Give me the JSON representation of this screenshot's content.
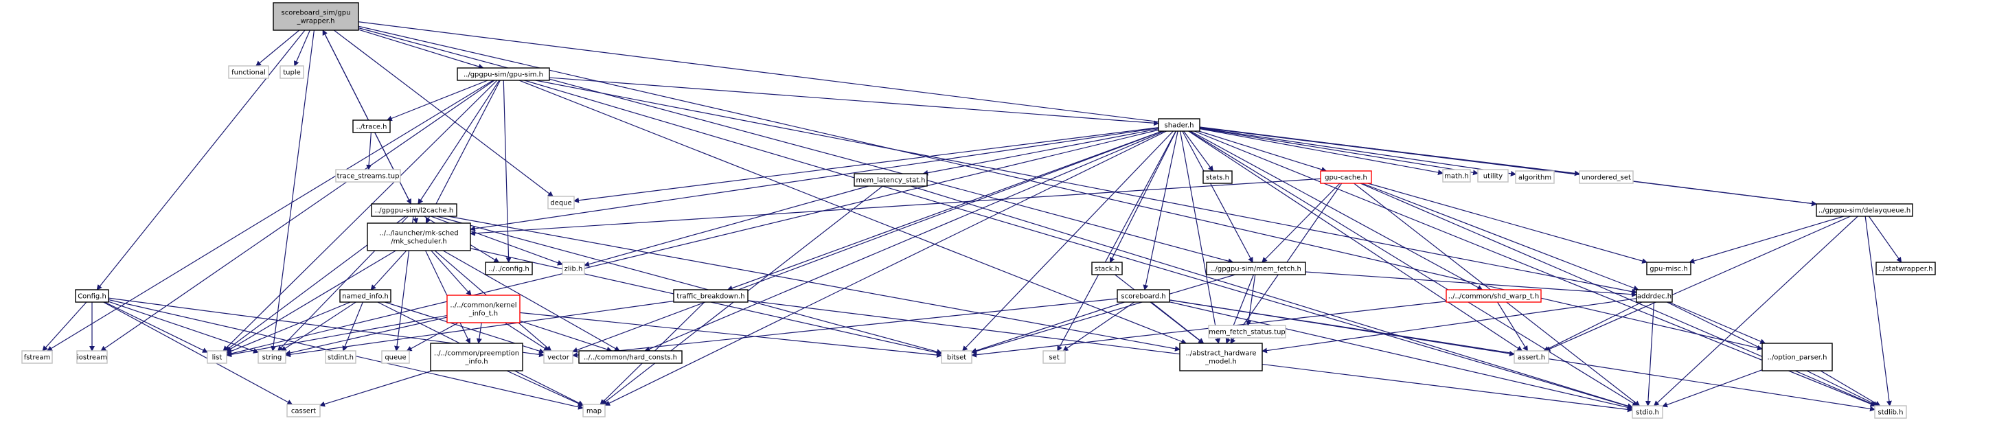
{
  "colors": {
    "edge": "#191970",
    "node_border": "#bfbfbf",
    "node_border_highlight": "#ff0000",
    "node_border_regular": "#000000",
    "root_fill": "#bfbfbf",
    "node_fill": "#ffffff"
  },
  "nodes": [
    {
      "id": "root",
      "lines": [
        "scoreboard_sim/gpu",
        "_wrapper.h"
      ],
      "style": "root"
    },
    {
      "id": "functional",
      "lines": [
        "functional"
      ],
      "style": "system"
    },
    {
      "id": "tuple",
      "lines": [
        "tuple"
      ],
      "style": "system"
    },
    {
      "id": "gpusim",
      "lines": [
        "../gpgpu-sim/gpu-sim.h"
      ],
      "style": "regular"
    },
    {
      "id": "delayqueue",
      "lines": [
        "../gpgpu-sim/delayqueue.h"
      ],
      "style": "regular"
    },
    {
      "id": "trace",
      "lines": [
        "../trace.h"
      ],
      "style": "regular"
    },
    {
      "id": "trace_streams",
      "lines": [
        "trace_streams.tup"
      ],
      "style": "system"
    },
    {
      "id": "shader",
      "lines": [
        "shader.h"
      ],
      "style": "regular"
    },
    {
      "id": "l2cache",
      "lines": [
        "../gpgpu-sim/l2cache.h"
      ],
      "style": "regular"
    },
    {
      "id": "deque",
      "lines": [
        "deque"
      ],
      "style": "system"
    },
    {
      "id": "mem_latency",
      "lines": [
        "mem_latency_stat.h"
      ],
      "style": "regular"
    },
    {
      "id": "stats",
      "lines": [
        "stats.h"
      ],
      "style": "regular"
    },
    {
      "id": "gpucache",
      "lines": [
        "gpu-cache.h"
      ],
      "style": "highlight"
    },
    {
      "id": "math",
      "lines": [
        "math.h"
      ],
      "style": "system"
    },
    {
      "id": "utility",
      "lines": [
        "utility"
      ],
      "style": "system"
    },
    {
      "id": "algorithm",
      "lines": [
        "algorithm"
      ],
      "style": "system"
    },
    {
      "id": "unordered_set",
      "lines": [
        "unordered_set"
      ],
      "style": "system"
    },
    {
      "id": "mksched",
      "lines": [
        "../../launcher/mk-sched",
        "/mk_scheduler.h"
      ],
      "style": "regular"
    },
    {
      "id": "configh",
      "lines": [
        "../../config.h"
      ],
      "style": "regular"
    },
    {
      "id": "zlib",
      "lines": [
        "zlib.h"
      ],
      "style": "system"
    },
    {
      "id": "stack",
      "lines": [
        "stack.h"
      ],
      "style": "regular"
    },
    {
      "id": "memfetch",
      "lines": [
        "../gpgpu-sim/mem_fetch.h"
      ],
      "style": "regular"
    },
    {
      "id": "gpumisc",
      "lines": [
        "gpu-misc.h"
      ],
      "style": "regular"
    },
    {
      "id": "statwrapper",
      "lines": [
        "../statwrapper.h"
      ],
      "style": "regular"
    },
    {
      "id": "config",
      "lines": [
        "Config.h"
      ],
      "style": "regular"
    },
    {
      "id": "named_info",
      "lines": [
        "named_info.h"
      ],
      "style": "regular"
    },
    {
      "id": "kernel_info",
      "lines": [
        "../../common/kernel",
        "_info_t.h"
      ],
      "style": "highlight"
    },
    {
      "id": "traffic",
      "lines": [
        "traffic_breakdown.h"
      ],
      "style": "regular"
    },
    {
      "id": "mem_fetch_status",
      "lines": [
        "mem_fetch_status.tup"
      ],
      "style": "system"
    },
    {
      "id": "scoreboard",
      "lines": [
        "scoreboard.h"
      ],
      "style": "regular"
    },
    {
      "id": "shd_warp",
      "lines": [
        "../../common/shd_warp_t.h"
      ],
      "style": "highlight"
    },
    {
      "id": "addrdec",
      "lines": [
        "addrdec.h"
      ],
      "style": "regular"
    },
    {
      "id": "fstream",
      "lines": [
        "fstream"
      ],
      "style": "system"
    },
    {
      "id": "iostream",
      "lines": [
        "iostream"
      ],
      "style": "system"
    },
    {
      "id": "list",
      "lines": [
        "list"
      ],
      "style": "system"
    },
    {
      "id": "string",
      "lines": [
        "string"
      ],
      "style": "system"
    },
    {
      "id": "stdint",
      "lines": [
        "stdint.h"
      ],
      "style": "system"
    },
    {
      "id": "queue",
      "lines": [
        "queue"
      ],
      "style": "system"
    },
    {
      "id": "vector",
      "lines": [
        "vector"
      ],
      "style": "system"
    },
    {
      "id": "hard_consts",
      "lines": [
        "../../common/hard_consts.h"
      ],
      "style": "regular"
    },
    {
      "id": "bitset",
      "lines": [
        "bitset"
      ],
      "style": "system"
    },
    {
      "id": "set",
      "lines": [
        "set"
      ],
      "style": "system"
    },
    {
      "id": "abstract_hw",
      "lines": [
        "../abstract_hardware",
        "_model.h"
      ],
      "style": "regular"
    },
    {
      "id": "assert",
      "lines": [
        "assert.h"
      ],
      "style": "system"
    },
    {
      "id": "option_parser",
      "lines": [
        "../option_parser.h"
      ],
      "style": "regular"
    },
    {
      "id": "preemption",
      "lines": [
        "../../common/preemption",
        "_info.h"
      ],
      "style": "regular"
    },
    {
      "id": "cassert",
      "lines": [
        "cassert"
      ],
      "style": "system"
    },
    {
      "id": "map",
      "lines": [
        "map"
      ],
      "style": "system"
    },
    {
      "id": "stdio",
      "lines": [
        "stdio.h"
      ],
      "style": "system"
    },
    {
      "id": "stdlib",
      "lines": [
        "stdlib.h"
      ],
      "style": "system"
    }
  ],
  "edges": [
    [
      "root",
      "functional"
    ],
    [
      "root",
      "tuple"
    ],
    [
      "root",
      "gpusim"
    ],
    [
      "root",
      "delayqueue"
    ],
    [
      "root",
      "l2cache"
    ],
    [
      "root",
      "config"
    ],
    [
      "root",
      "string"
    ],
    [
      "root",
      "deque"
    ],
    [
      "root",
      "memfetch"
    ],
    [
      "root",
      "option_parser"
    ],
    [
      "gpusim",
      "trace"
    ],
    [
      "gpusim",
      "shader"
    ],
    [
      "gpusim",
      "l2cache"
    ],
    [
      "gpusim",
      "mksched"
    ],
    [
      "gpusim",
      "configh"
    ],
    [
      "gpusim",
      "list"
    ],
    [
      "gpusim",
      "fstream"
    ],
    [
      "gpusim",
      "iostream"
    ],
    [
      "gpusim",
      "stdio"
    ],
    [
      "gpusim",
      "abstract_hw"
    ],
    [
      "gpusim",
      "addrdec"
    ],
    [
      "trace",
      "trace_streams"
    ],
    [
      "l2cache",
      "root"
    ],
    [
      "l2cache",
      "mksched"
    ],
    [
      "l2cache",
      "configh"
    ],
    [
      "l2cache",
      "zlib"
    ],
    [
      "l2cache",
      "list"
    ],
    [
      "l2cache",
      "string"
    ],
    [
      "l2cache",
      "queue"
    ],
    [
      "l2cache",
      "bitset"
    ],
    [
      "l2cache",
      "abstract_hw"
    ],
    [
      "shader",
      "deque"
    ],
    [
      "shader",
      "mem_latency"
    ],
    [
      "shader",
      "stats"
    ],
    [
      "shader",
      "gpucache"
    ],
    [
      "shader",
      "math"
    ],
    [
      "shader",
      "utility"
    ],
    [
      "shader",
      "algorithm"
    ],
    [
      "shader",
      "unordered_set"
    ],
    [
      "shader",
      "delayqueue"
    ],
    [
      "shader",
      "stack"
    ],
    [
      "shader",
      "memfetch"
    ],
    [
      "shader",
      "scoreboard"
    ],
    [
      "shader",
      "shd_warp"
    ],
    [
      "shader",
      "traffic"
    ],
    [
      "shader",
      "mksched"
    ],
    [
      "shader",
      "list"
    ],
    [
      "shader",
      "vector"
    ],
    [
      "shader",
      "map"
    ],
    [
      "shader",
      "bitset"
    ],
    [
      "shader",
      "set"
    ],
    [
      "shader",
      "abstract_hw"
    ],
    [
      "shader",
      "hard_consts"
    ],
    [
      "shader",
      "assert"
    ],
    [
      "shader",
      "stdio"
    ],
    [
      "shader",
      "stdlib"
    ],
    [
      "mem_latency",
      "zlib"
    ],
    [
      "mem_latency",
      "map"
    ],
    [
      "mem_latency",
      "stdio"
    ],
    [
      "gpucache",
      "mksched"
    ],
    [
      "gpucache",
      "memfetch"
    ],
    [
      "gpucache",
      "gpumisc"
    ],
    [
      "gpucache",
      "addrdec"
    ],
    [
      "gpucache",
      "abstract_hw"
    ],
    [
      "gpucache",
      "stdio"
    ],
    [
      "gpucache",
      "stdlib"
    ],
    [
      "delayqueue",
      "gpumisc"
    ],
    [
      "delayqueue",
      "statwrapper"
    ],
    [
      "delayqueue",
      "stdio"
    ],
    [
      "delayqueue",
      "stdlib"
    ],
    [
      "delayqueue",
      "assert"
    ],
    [
      "mksched",
      "named_info"
    ],
    [
      "mksched",
      "kernel_info"
    ],
    [
      "mksched",
      "preemption"
    ],
    [
      "mksched",
      "vector"
    ],
    [
      "mksched",
      "hard_consts"
    ],
    [
      "mksched",
      "list"
    ],
    [
      "mksched",
      "bitset"
    ],
    [
      "stack",
      "abstract_hw"
    ],
    [
      "memfetch",
      "mem_fetch_status"
    ],
    [
      "memfetch",
      "addrdec"
    ],
    [
      "memfetch",
      "abstract_hw"
    ],
    [
      "memfetch",
      "bitset"
    ],
    [
      "config",
      "fstream"
    ],
    [
      "config",
      "iostream"
    ],
    [
      "config",
      "list"
    ],
    [
      "config",
      "string"
    ],
    [
      "config",
      "vector"
    ],
    [
      "config",
      "cassert"
    ],
    [
      "config",
      "map"
    ],
    [
      "named_info",
      "string"
    ],
    [
      "named_info",
      "list"
    ],
    [
      "named_info",
      "stdint"
    ],
    [
      "named_info",
      "vector"
    ],
    [
      "named_info",
      "map"
    ],
    [
      "kernel_info",
      "list"
    ],
    [
      "kernel_info",
      "string"
    ],
    [
      "kernel_info",
      "queue"
    ],
    [
      "kernel_info",
      "vector"
    ],
    [
      "kernel_info",
      "preemption"
    ],
    [
      "kernel_info",
      "hard_consts"
    ],
    [
      "kernel_info",
      "bitset"
    ],
    [
      "traffic",
      "string"
    ],
    [
      "traffic",
      "map"
    ],
    [
      "traffic",
      "stdio"
    ],
    [
      "scoreboard",
      "vector"
    ],
    [
      "scoreboard",
      "set"
    ],
    [
      "scoreboard",
      "bitset"
    ],
    [
      "scoreboard",
      "abstract_hw"
    ],
    [
      "scoreboard",
      "assert"
    ],
    [
      "scoreboard",
      "stdio"
    ],
    [
      "scoreboard",
      "stdlib"
    ],
    [
      "shd_warp",
      "assert"
    ],
    [
      "shd_warp",
      "bitset"
    ],
    [
      "addrdec",
      "abstract_hw"
    ],
    [
      "addrdec",
      "option_parser"
    ],
    [
      "addrdec",
      "assert"
    ],
    [
      "addrdec",
      "stdio"
    ],
    [
      "addrdec",
      "stdlib"
    ],
    [
      "option_parser",
      "stdio"
    ],
    [
      "option_parser",
      "stdlib"
    ],
    [
      "preemption",
      "cassert"
    ],
    [
      "preemption",
      "map"
    ]
  ]
}
